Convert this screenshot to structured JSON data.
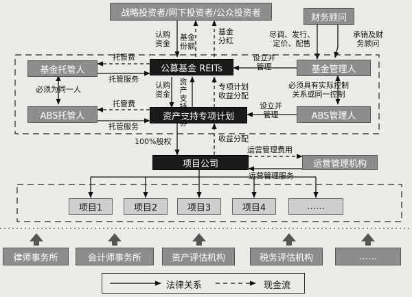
{
  "nodes": {
    "investors": "战略投资者/网下投资者/公众投资者",
    "financial_advisor": "财务顾问",
    "fund_custodian": "基金托管人",
    "reits": "公募基金 REITs",
    "fund_manager": "基金管理人",
    "abs_custodian": "ABS托管人",
    "abs_plan": "资产支持专项计划",
    "abs_manager": "ABS管理人",
    "project_company": "项目公司",
    "operator": "运营管理机构",
    "projects": [
      "项目1",
      "项目2",
      "项目3",
      "项目4",
      "……"
    ],
    "agencies": [
      "律师事务所",
      "会计师事务所",
      "资产评估机构",
      "税务评估机构",
      "……"
    ]
  },
  "labels": {
    "subscribe1": "认购\n资金",
    "fund_share": "基金\n份额",
    "dividend": "基金\n分红",
    "advisor_services": "尽调、发行、\n定价、配售",
    "underwrite": "承销及财\n务顾问",
    "custody_fee1": "托管费",
    "custody_service1": "托管服务",
    "same_entity": "必须为同一人",
    "establish_manage1": "设立并\n管理",
    "subscribe2": "认购\n资金",
    "abs_securities": "资产支持证券",
    "plan_income": "专项计划\n收益分配",
    "control": "必须具有实际控制\n关系或同一控制",
    "custody_fee2": "托管费",
    "custody_service2": "托管服务",
    "establish_manage2": "设立并\n管理",
    "equity": "100%股权",
    "income": "收益分配",
    "op_fee": "运营管理费用",
    "op_service": "运营管理服务"
  },
  "legend": {
    "legal": "法律关系",
    "cash": "现金流"
  }
}
